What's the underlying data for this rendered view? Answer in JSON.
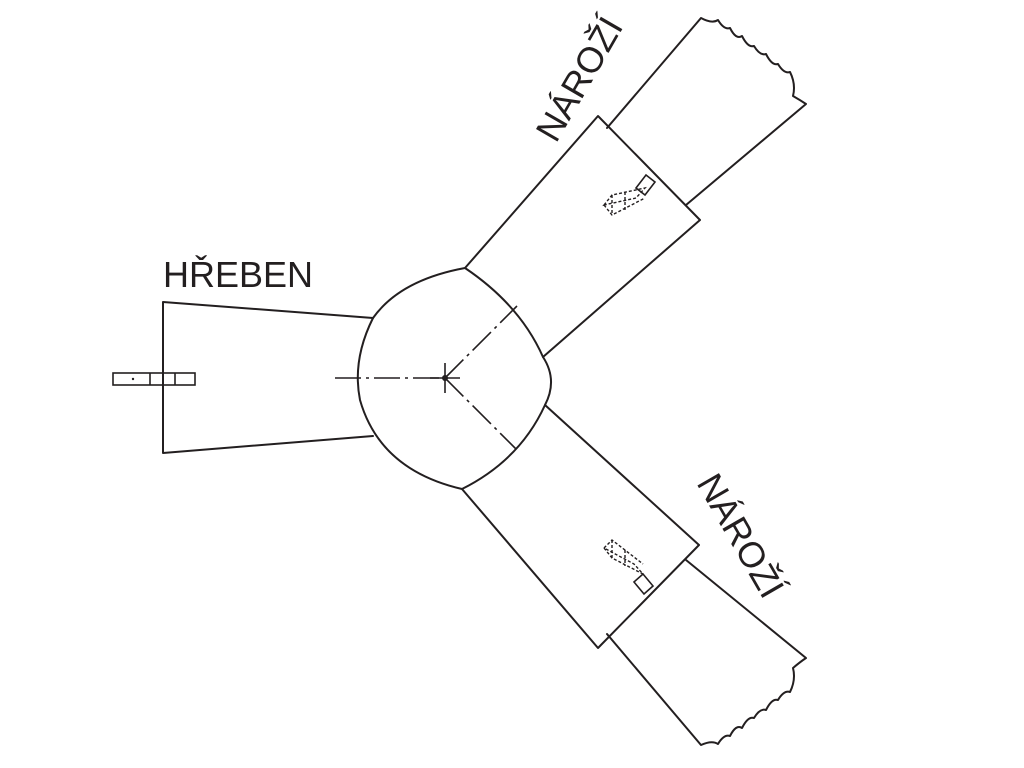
{
  "labels": {
    "ridge": "HŘEBEN",
    "hip_upper": "NÁROŽÍ",
    "hip_lower": "NÁROŽÍ"
  },
  "colors": {
    "line": "#231f20",
    "background": "#ffffff"
  }
}
